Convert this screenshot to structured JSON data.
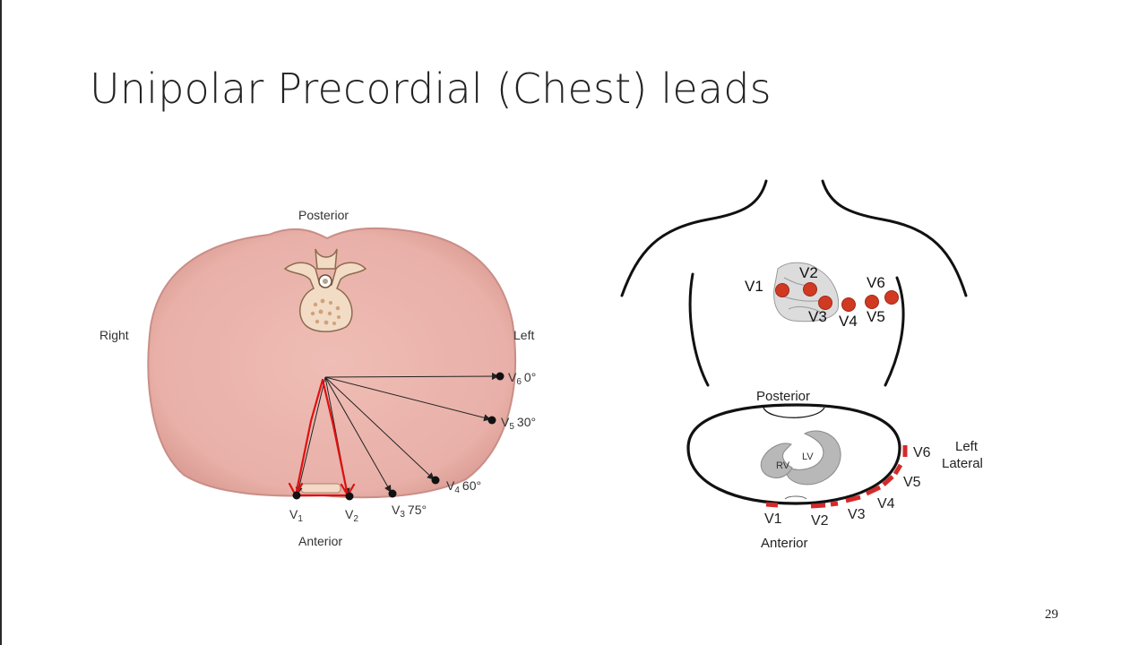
{
  "slide": {
    "title": "Unipolar Precordial (Chest) leads",
    "page_number": "29"
  },
  "cross_section": {
    "posterior": "Posterior",
    "anterior": "Anterior",
    "right": "Right",
    "left": "Left",
    "leads": [
      {
        "lead": "V",
        "sub": "1",
        "angle": ""
      },
      {
        "lead": "V",
        "sub": "2",
        "angle": ""
      },
      {
        "lead": "V",
        "sub": "3",
        "angle": "75°"
      },
      {
        "lead": "V",
        "sub": "4",
        "angle": "60°"
      },
      {
        "lead": "V",
        "sub": "5",
        "angle": "30°"
      },
      {
        "lead": "V",
        "sub": "6",
        "angle": "0°"
      }
    ]
  },
  "torso": {
    "electrodes": [
      "V1",
      "V2",
      "V3",
      "V4",
      "V5",
      "V6"
    ],
    "electrode_color": "#d03a22"
  },
  "heart_section": {
    "posterior": "Posterior",
    "anterior": "Anterior",
    "left_lateral_1": "Left",
    "left_lateral_2": "Lateral",
    "rv": "RV",
    "lv": "LV",
    "leads": [
      "V1",
      "V2",
      "V3",
      "V4",
      "V5",
      "V6"
    ],
    "dash_color": "#d42a2a"
  },
  "colors": {
    "skin": "#eab5ad",
    "skin_edge": "#c98e86",
    "annotation_red": "#e01010"
  }
}
